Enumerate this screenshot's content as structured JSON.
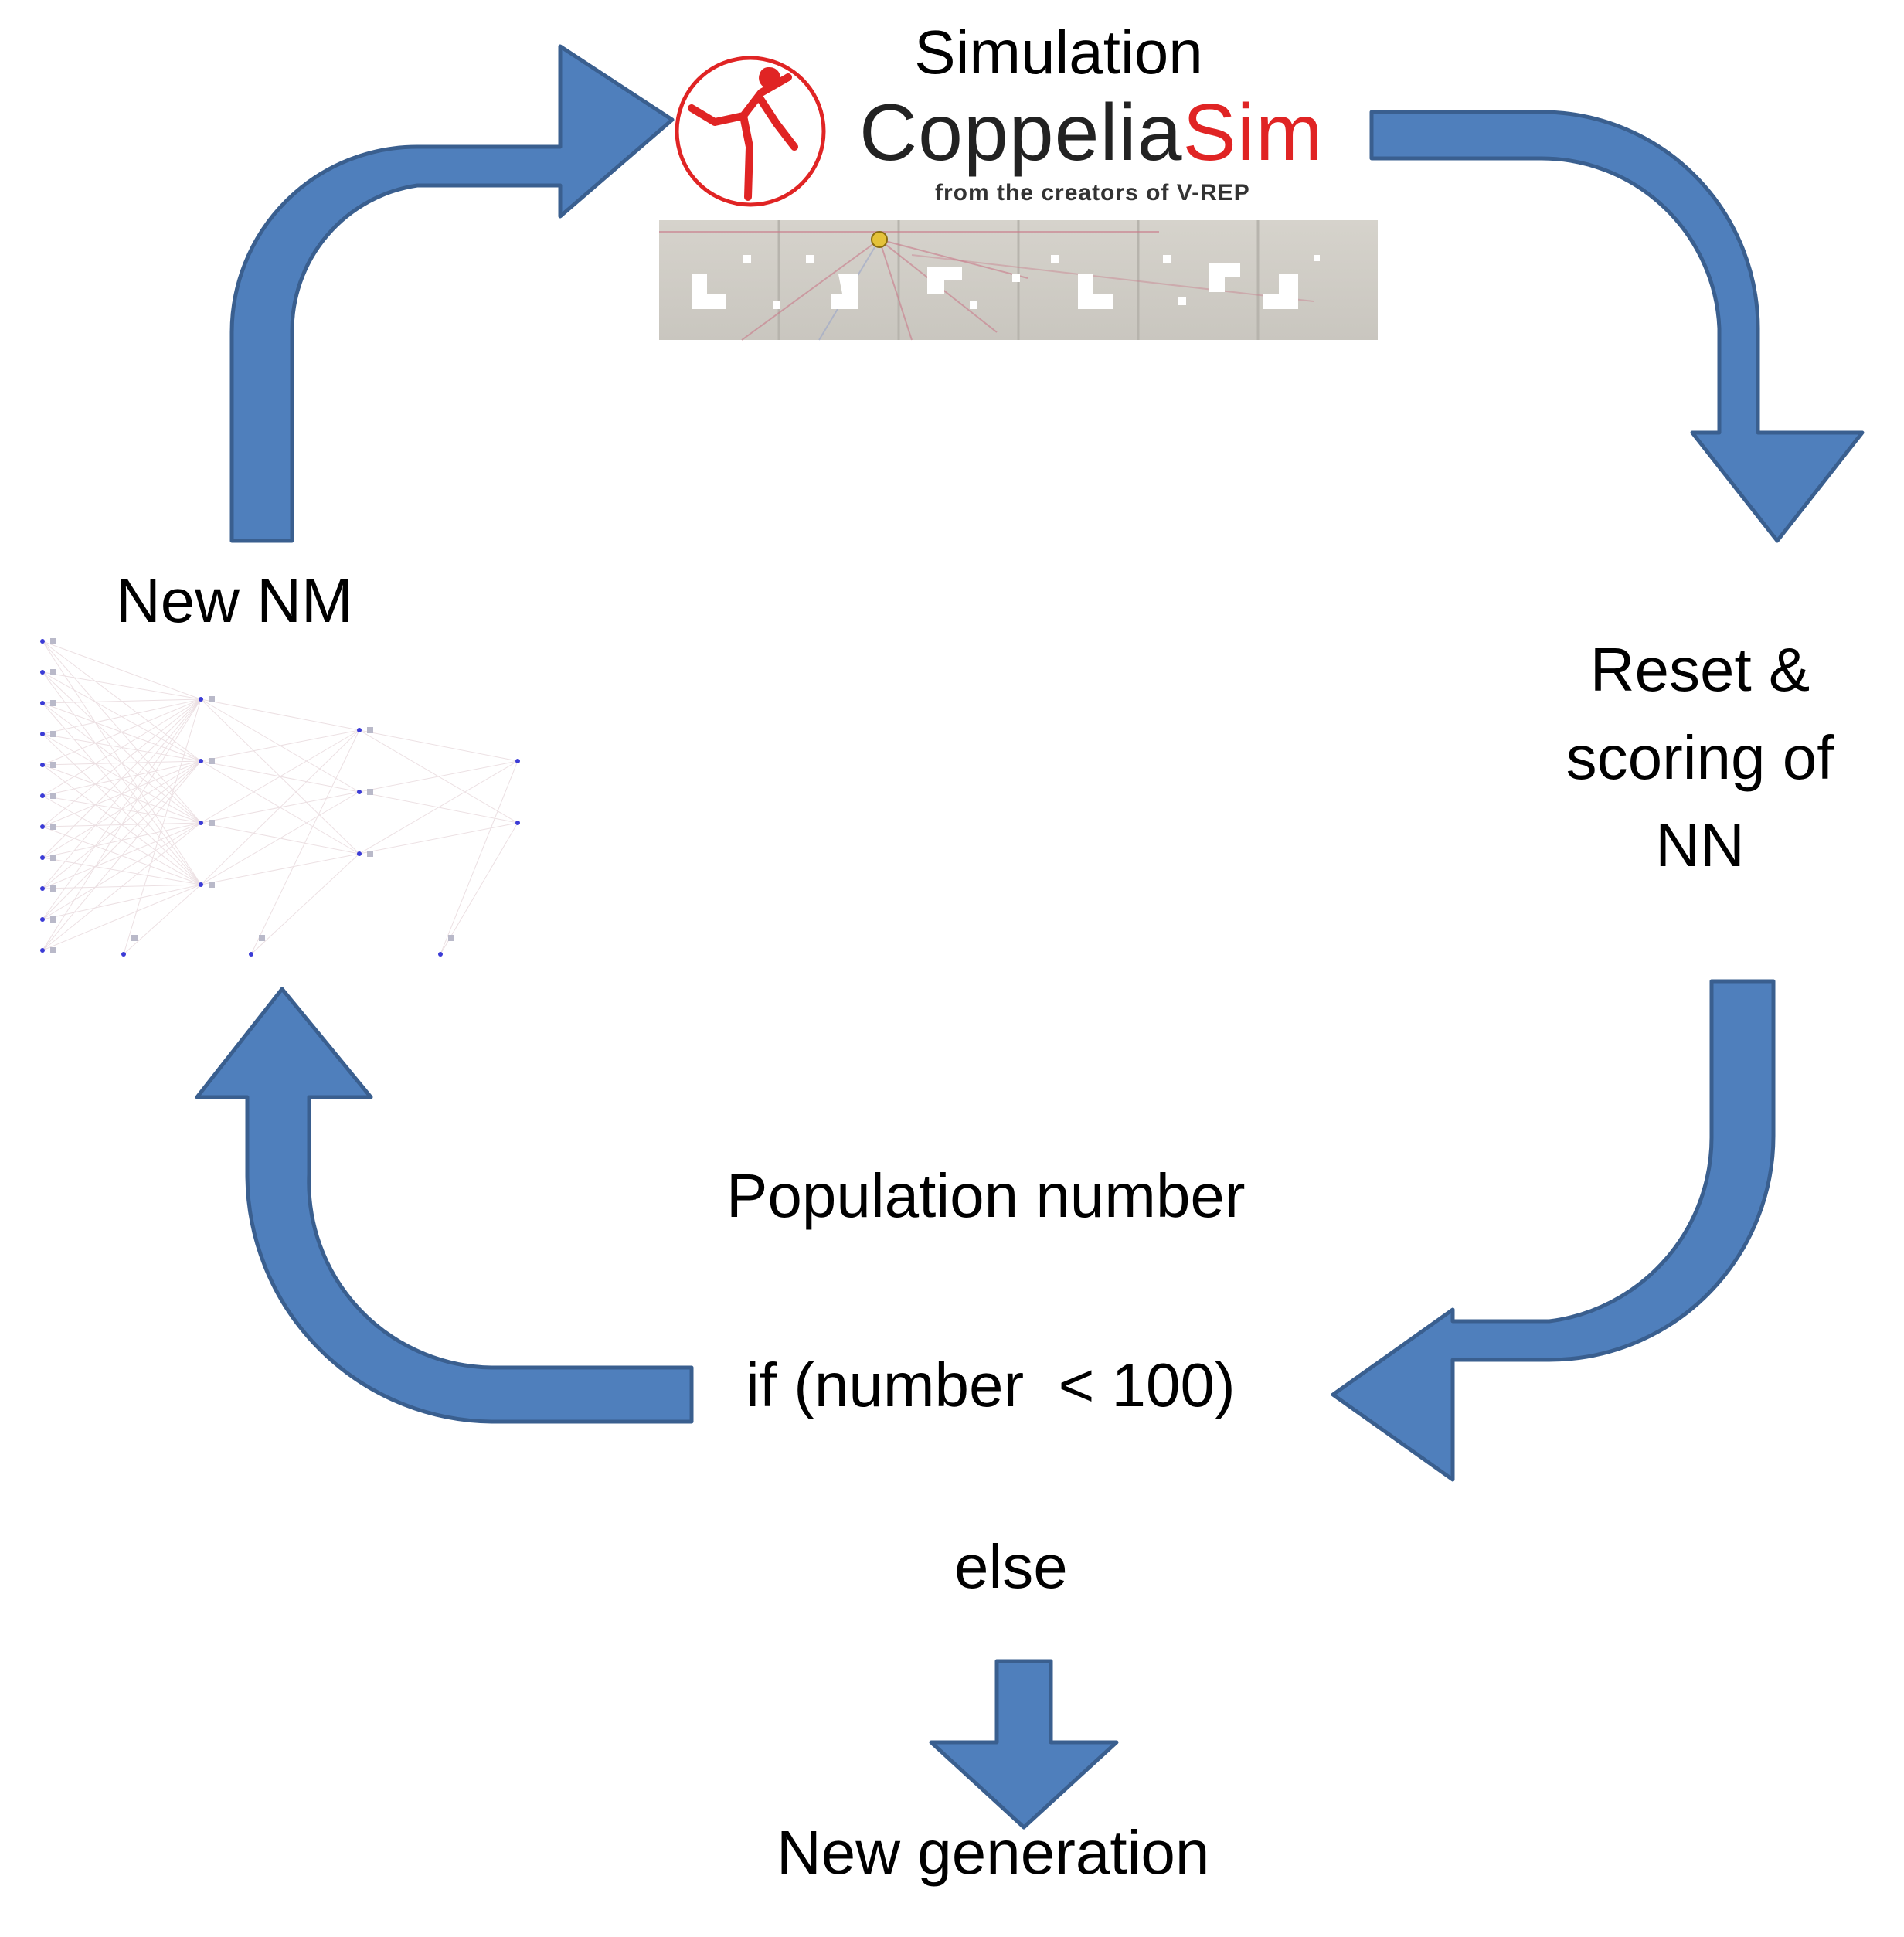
{
  "title": "Simulation",
  "logo": {
    "name_part1": "Coppelia",
    "name_part2": "Sim",
    "tagline": "from the creators of V-REP",
    "accent_color": "#e02424"
  },
  "nodes": {
    "new_nm": "New NM",
    "reset_scoring": [
      "Reset &",
      "scoring of",
      "NN"
    ],
    "population_number": "Population number",
    "condition": "if (number  < 100)",
    "else_label": "else",
    "new_generation": "New generation"
  },
  "colors": {
    "arrow_fill": "#4f7fbc",
    "arrow_stroke": "#3a5f8f"
  }
}
